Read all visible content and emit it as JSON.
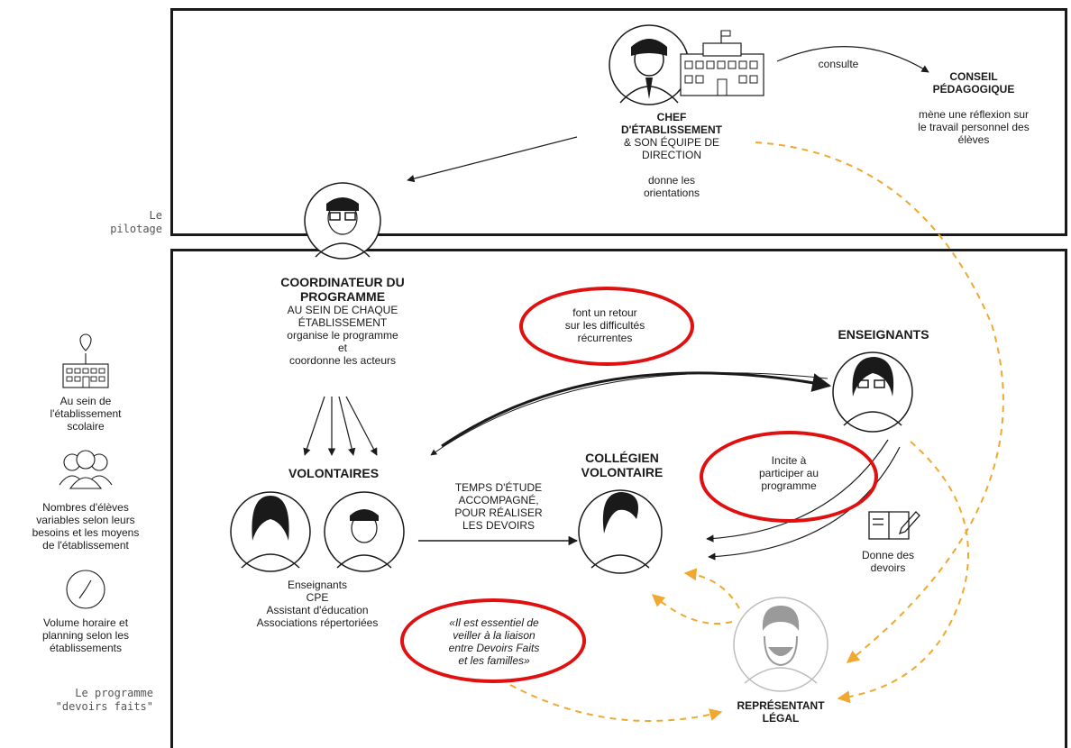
{
  "labels": {
    "pilotage_line1": "Le",
    "pilotage_line2": "pilotage",
    "programme_line1": "Le programme",
    "programme_line2": "\"devoirs faits\""
  },
  "top": {
    "chef_line1": "CHEF",
    "chef_line2": "D'ÉTABLISSEMENT",
    "chef_line3": "& SON ÉQUIPE DE",
    "chef_line4": "DIRECTION",
    "chef_action_line1": "donne les",
    "chef_action_line2": "orientations",
    "consulte": "consulte",
    "conseil_line1": "CONSEIL",
    "conseil_line2": "PÉDAGOGIQUE",
    "conseil_action_line1": "mène une réflexion sur",
    "conseil_action_line2": "le travail personnel des",
    "conseil_action_line3": "élèves"
  },
  "coordinateur": {
    "title_line1": "COORDINATEUR DU",
    "title_line2": "PROGRAMME",
    "sub_line1": "AU SEIN DE CHAQUE",
    "sub_line2": "ÉTABLISSEMENT",
    "action_line1": "organise le programme",
    "action_line2": "et",
    "action_line3": "coordonne les acteurs"
  },
  "volontaires": {
    "title": "VOLONTAIRES",
    "members_line1": "Enseignants",
    "members_line2": "CPE",
    "members_line3": "Assistant d'éducation",
    "members_line4": "Associations répertoriées"
  },
  "temps": {
    "line1": "TEMPS D'ÉTUDE",
    "line2": "ACCOMPAGNÉ,",
    "line3": "POUR RÉALISER",
    "line4": "LES DEVOIRS"
  },
  "collegien": {
    "line1": "COLLÉGIEN",
    "line2": "VOLONTAIRE"
  },
  "enseignants": {
    "title": "ENSEIGNANTS",
    "retour_line1": "font un retour",
    "retour_line2": "sur les difficultés",
    "retour_line3": "récurrentes",
    "incite_line1": "Incite à",
    "incite_line2": "participer au",
    "incite_line3": "programme",
    "devoirs_line1": "Donne des",
    "devoirs_line2": "devoirs"
  },
  "quote": {
    "line1": "«Il est essentiel de",
    "line2": "veiller à la liaison",
    "line3": "entre Devoirs Faits",
    "line4": "et les familles»"
  },
  "representant": {
    "line1": "REPRÉSENTANT",
    "line2": "LÉGAL"
  },
  "sidebar": {
    "etab_line1": "Au sein de",
    "etab_line2": "l'établissement",
    "etab_line3": "scolaire",
    "eleves_line1": "Nombres d'élèves",
    "eleves_line2": "variables selon leurs",
    "eleves_line3": "besoins et les moyens",
    "eleves_line4": "de l'établissement",
    "volume_line1": "Volume horaire et",
    "volume_line2": "planning selon les",
    "volume_line3": "établissements"
  },
  "colors": {
    "highlight": "#e01010",
    "dashed_arrow": "#f0a830",
    "line": "#1a1a1a"
  }
}
